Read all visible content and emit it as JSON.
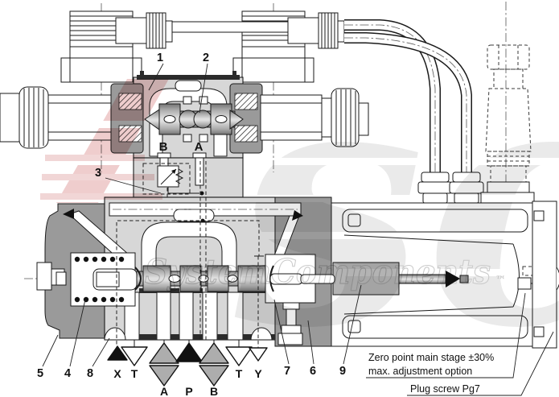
{
  "watermark": {
    "logo": "sc",
    "line_text": "SystemComponents",
    "tm": "™"
  },
  "pilot_ports": {
    "b": "B",
    "a": "A"
  },
  "callouts": {
    "n1": "1",
    "n2": "2",
    "n3": "3",
    "n4": "4",
    "n5": "5",
    "n6": "6",
    "n7": "7",
    "n8": "8",
    "n9": "9"
  },
  "bottom_ports": [
    {
      "label": "X",
      "symbol": "triangle-up-filled-small"
    },
    {
      "label": "T",
      "symbol": "triangle-down-outline"
    },
    {
      "label": "A",
      "symbol": "triangle-up-down-gray"
    },
    {
      "label": "P",
      "symbol": "triangle-up-filled"
    },
    {
      "label": "B",
      "symbol": "triangle-up-down-gray"
    },
    {
      "label": "T",
      "symbol": "triangle-down-outline"
    },
    {
      "label": "Y",
      "symbol": "triangle-down-outline-small"
    }
  ],
  "annotations": {
    "zero_point_line1": "Zero point main stage ±30%",
    "zero_point_line2": "max. adjustment option",
    "plug_screw": "Plug screw Pg7"
  },
  "colors": {
    "line": "#1a1a1a",
    "body_light": "#d7d7d7",
    "body_mid": "#b3b3b3",
    "body_dark": "#9a9a9a",
    "watermark_pink": "#eec8c8",
    "watermark_gray": "#e8e8e8"
  }
}
